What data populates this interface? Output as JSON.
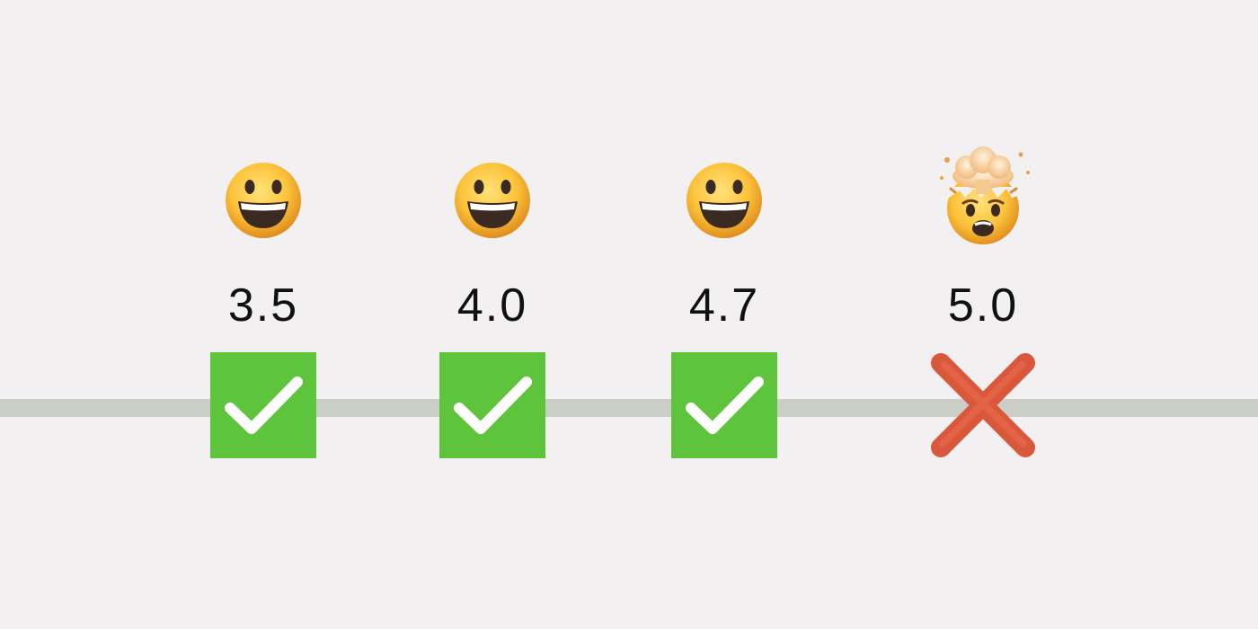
{
  "colors": {
    "background": "#f3f0f1",
    "timeline": "#cbcdc7",
    "check_box": "#5ec43b",
    "cross": "#d9573a"
  },
  "milestones": [
    {
      "version": "3.5",
      "emoji": "grinning-face-icon",
      "status": "check-icon"
    },
    {
      "version": "4.0",
      "emoji": "grinning-face-icon",
      "status": "check-icon"
    },
    {
      "version": "4.7",
      "emoji": "grinning-face-icon",
      "status": "check-icon"
    },
    {
      "version": "5.0",
      "emoji": "exploding-head-icon",
      "status": "cross-icon"
    }
  ]
}
